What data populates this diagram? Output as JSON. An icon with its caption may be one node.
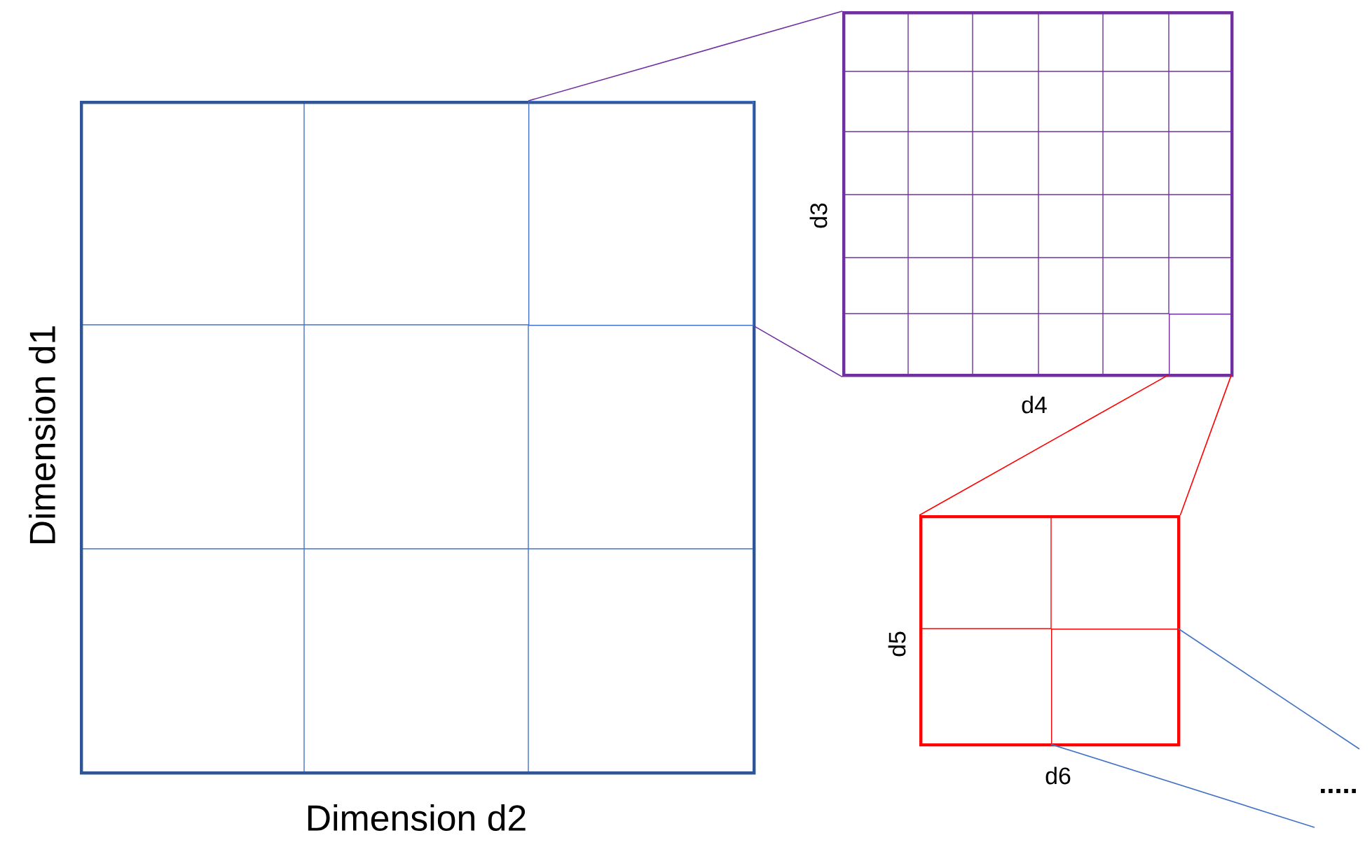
{
  "diagram": {
    "nodes": [
      {
        "text": [
          "Dimension d1",
          "Dimension d2"
        ]
      },
      {
        "text": [],
        "shape": "box",
        "in": 0
      },
      {
        "text": [
          "d3",
          "d4"
        ]
      },
      {
        "text": [],
        "shape": "box",
        "in": 2
      },
      {
        "text": [
          "d5",
          "d6"
        ]
      },
      {
        "text": [],
        "shape": "box",
        "in": 4
      },
      {
        "text": [
          "....."
        ]
      }
    ],
    "edges": [
      {
        "from": 1,
        "to": 2,
        "arrow": "none",
        "color": "#7030a0"
      },
      {
        "from": 1,
        "to": 2,
        "arrow": "none",
        "color": "#7030a0"
      },
      {
        "from": 3,
        "to": 4,
        "arrow": "none",
        "color": "#ff0000"
      },
      {
        "from": 3,
        "to": 4,
        "arrow": "none",
        "color": "#ff0000"
      },
      {
        "from": 5,
        "to": null,
        "arrow": "none",
        "color": "#4472c4"
      },
      {
        "from": 5,
        "to": null,
        "arrow": "none",
        "color": "#4472c4"
      }
    ]
  }
}
